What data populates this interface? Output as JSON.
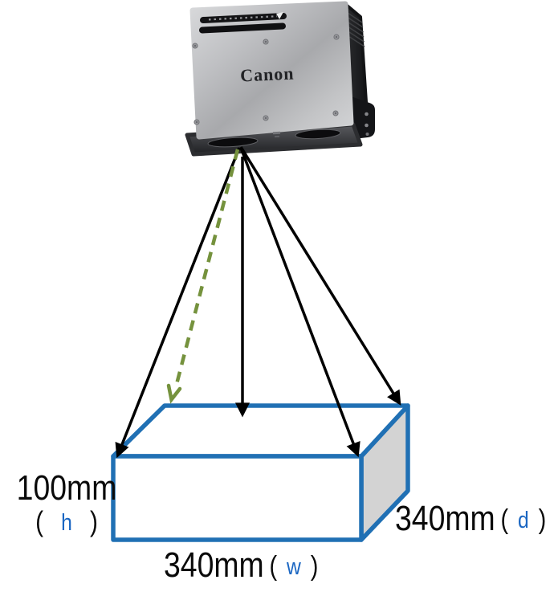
{
  "diagram": {
    "device": {
      "brand": "Canon"
    },
    "labels": {
      "height": {
        "value": "100mm",
        "open": "(",
        "dimension": "h",
        "close": ")"
      },
      "width": {
        "value": "340mm",
        "open": "(",
        "dimension": "w",
        "close": ")"
      },
      "depth": {
        "value": "340mm",
        "open": "(",
        "dimension": "d",
        "close": ")"
      }
    },
    "colors": {
      "box_outline_blue": "#2070B4",
      "dimension_letter_blue": "#1A66C2",
      "arrow_black": "#000000",
      "dashed_arrow_green": "#75923D",
      "box_side_gray": "#D3D3D3"
    }
  }
}
